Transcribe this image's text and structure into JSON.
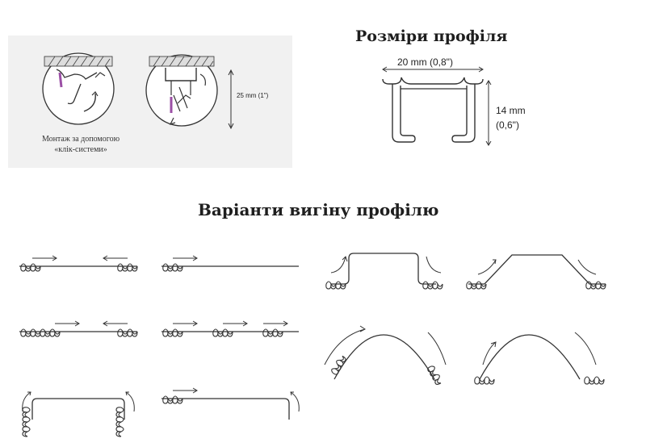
{
  "install_panel": {
    "caption_line1": "Монтаж за допомогою",
    "caption_line2": "«клік-системи»",
    "height_label": "25 mm (1\")",
    "accent_color": "#9b4fa5"
  },
  "profile_dimensions": {
    "title": "Розміри профіля",
    "width_label": "20 mm (0,8\")",
    "height_label_1": "14 mm",
    "height_label_2": "(0,6\")"
  },
  "bend_variants": {
    "title": "Варіанти вигіну профілю"
  }
}
